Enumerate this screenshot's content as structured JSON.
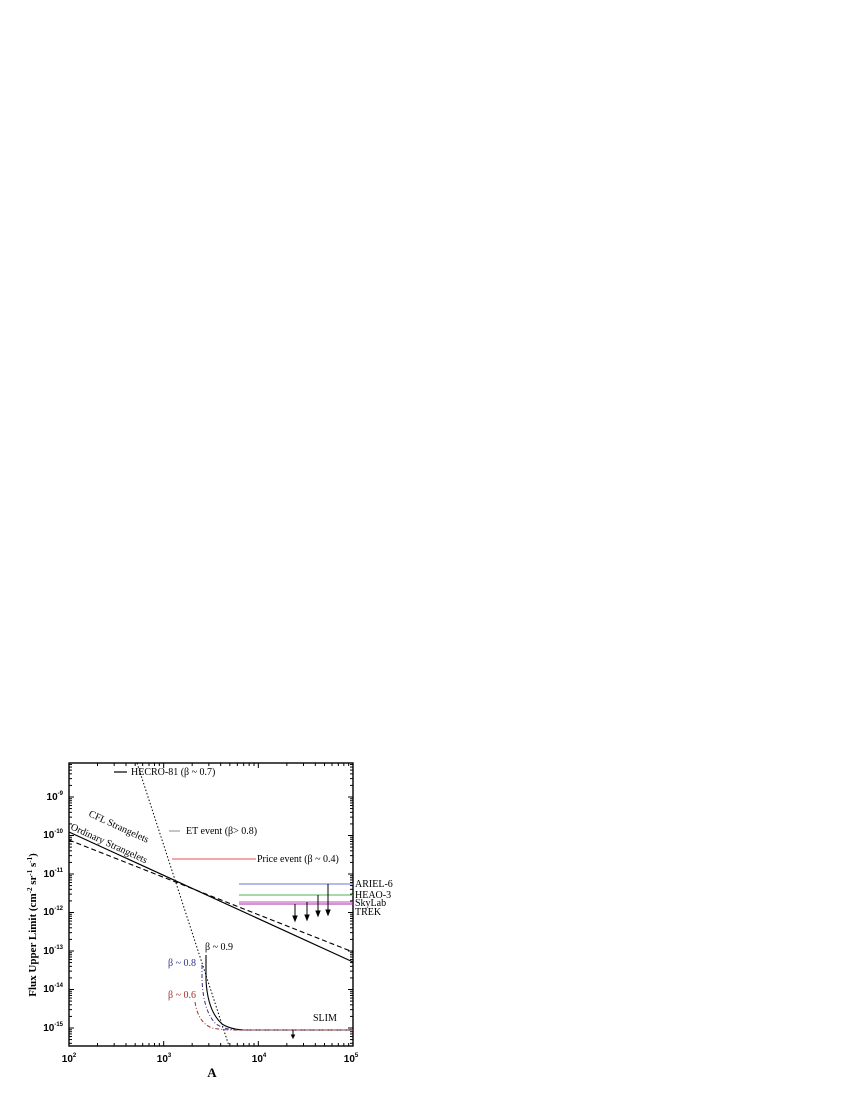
{
  "chart_data": {
    "type": "line",
    "title": "",
    "xlabel": "A",
    "ylabel": "Flux Upper Limit (cm^-2 sr^-1 s^-1)",
    "xscale": "log",
    "yscale": "log",
    "xlim": [
      100,
      100000
    ],
    "ylim": [
      3.4e-16,
      8e-09
    ],
    "grid": false,
    "legend_position": "inline annotations",
    "x_tick_labels": [
      "10^2",
      "10^3",
      "10^4",
      "10^5"
    ],
    "y_tick_labels": [
      "10^-9",
      "10^-10",
      "10^-11",
      "10^-12",
      "10^-13",
      "10^-14",
      "10^-15"
    ],
    "series": [
      {
        "name": "CFL Strangelets",
        "style": "solid",
        "color": "#000000",
        "x": [
          100,
          100000
        ],
        "y": [
          3.3e-10,
          6.5e-14
        ]
      },
      {
        "name": "Ordinary Strangelets",
        "style": "dashed",
        "color": "#000000",
        "x": [
          100,
          100000
        ],
        "y": [
          2.1e-10,
          1.2e-13
        ]
      },
      {
        "name": "HECRO-81 (β ~ 0.7)",
        "style": "dotted",
        "color": "#000000",
        "x": [
          500,
          5000
        ],
        "y": [
          8e-09,
          3.4e-16
        ]
      },
      {
        "name": "Price event (β ~ 0.4)",
        "style": "solid",
        "color": "#e05050",
        "x": [
          1200,
          5600
        ],
        "y": [
          2.2e-11,
          2.2e-11
        ]
      },
      {
        "name": "ARIEL-6",
        "style": "solid",
        "color": "#7070e0",
        "x": [
          6000,
          100000
        ],
        "y": [
          5.5e-12,
          5.5e-12
        ],
        "upper_limit": true
      },
      {
        "name": "HEAO-3",
        "style": "solid",
        "color": "#50b050",
        "x": [
          6000,
          100000
        ],
        "y": [
          2.9e-12,
          2.9e-12
        ],
        "upper_limit": true
      },
      {
        "name": "SkyLab",
        "style": "solid",
        "color": "#d040d0",
        "x": [
          6000,
          100000
        ],
        "y": [
          1.95e-12,
          1.95e-12
        ],
        "upper_limit": true
      },
      {
        "name": "TREK",
        "style": "solid",
        "color": "#a03090",
        "x": [
          6000,
          100000
        ],
        "y": [
          1.75e-12,
          1.75e-12
        ],
        "upper_limit": true
      },
      {
        "name": "SLIM β ~ 0.9",
        "style": "solid",
        "color": "#000000",
        "x": [
          2800,
          2850,
          3000,
          3400,
          4000,
          5000,
          6000,
          100000
        ],
        "y": [
          9e-14,
          2e-14,
          6e-15,
          2.6e-15,
          1.7e-15,
          1.4e-15,
          1.3e-15,
          1.3e-15
        ]
      },
      {
        "name": "SLIM β ~ 0.8",
        "style": "dash-dot",
        "color": "#303090",
        "x": [
          2500,
          2550,
          2700,
          3000,
          3500,
          4500,
          6000,
          100000
        ],
        "y": [
          4.5e-14,
          2e-14,
          6e-15,
          2.5e-15,
          1.6e-15,
          1.35e-15,
          1.3e-15,
          1.3e-15
        ]
      },
      {
        "name": "SLIM β ~ 0.6",
        "style": "dash-dot",
        "color": "#a03030",
        "x": [
          2200,
          2250,
          2400,
          2700,
          3200,
          4200,
          6000,
          100000
        ],
        "y": [
          4e-15,
          2.6e-15,
          1.8e-15,
          1.5e-15,
          1.35e-15,
          1.3e-15,
          1.3e-15,
          1.3e-15
        ]
      }
    ],
    "annotations": [
      {
        "text": "HECRO-81 (β ~ 0.7)",
        "marker": "short solid line"
      },
      {
        "text": "ET event (β> 0.8)",
        "marker": "short gray line"
      },
      {
        "text": "CFL Strangelets"
      },
      {
        "text": "Ordinary Strangelets"
      },
      {
        "text": "Price event (β ~ 0.4)"
      },
      {
        "text": "ARIEL-6"
      },
      {
        "text": "HEAO-3"
      },
      {
        "text": "SkyLab"
      },
      {
        "text": "TREK"
      },
      {
        "text": "β ~ 0.9"
      },
      {
        "text": "β ~ 0.8"
      },
      {
        "text": "β ~ 0.6"
      },
      {
        "text": "SLIM"
      }
    ]
  },
  "labels": {
    "x_axis": "A",
    "y_axis_main": "Flux Upper Limit (cm",
    "y_axis_sup1": "-2",
    "y_axis_mid1": " sr",
    "y_axis_sup2": "-1",
    "y_axis_mid2": " s",
    "y_axis_sup3": "-1",
    "y_axis_end": ")",
    "x_ticks": [
      {
        "base": "10",
        "exp": "2"
      },
      {
        "base": "10",
        "exp": "3"
      },
      {
        "base": "10",
        "exp": "4"
      },
      {
        "base": "10",
        "exp": "5"
      }
    ],
    "y_ticks": [
      {
        "base": "10",
        "exp": "-9"
      },
      {
        "base": "10",
        "exp": "-10"
      },
      {
        "base": "10",
        "exp": "-11"
      },
      {
        "base": "10",
        "exp": "-12"
      },
      {
        "base": "10",
        "exp": "-13"
      },
      {
        "base": "10",
        "exp": "-14"
      },
      {
        "base": "10",
        "exp": "-15"
      }
    ],
    "hecro": "HECRO-81 (β ~ 0.7)",
    "et_event": "ET event  (β> 0.8)",
    "cfl": "CFL Strangelets",
    "ordinary": "Ordinary Strangelets",
    "price": "Price event (β ~ 0.4)",
    "ariel": "ARIEL-6",
    "heao": "HEAO-3",
    "skylab": "SkyLab",
    "trek": "TREK",
    "beta09": "β ~ 0.9",
    "beta08": "β ~ 0.8",
    "beta06": "β ~ 0.6",
    "slim": "SLIM"
  },
  "colors": {
    "price": "#e05050",
    "ariel": "#7070e0",
    "heao": "#50b050",
    "skylab": "#d040d0",
    "trek": "#a03090",
    "beta08": "#303090",
    "beta06": "#a03030",
    "et_marker": "#888888"
  }
}
